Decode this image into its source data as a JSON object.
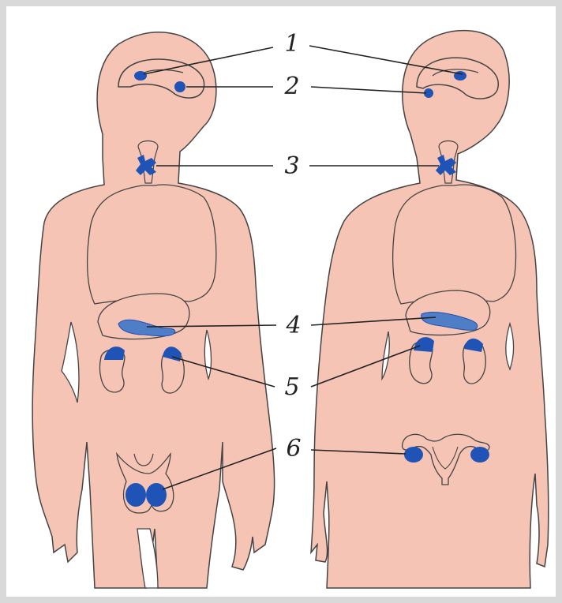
{
  "labels": [
    "1",
    "2",
    "3",
    "4",
    "5",
    "6"
  ],
  "colors": {
    "background": "#d9d9d9",
    "panel": "#ffffff",
    "skin": "#f5c4b5",
    "outline": "#444444",
    "gland": "#1f53b5",
    "leader": "#222222"
  },
  "figures": [
    "male-body",
    "female-body"
  ]
}
